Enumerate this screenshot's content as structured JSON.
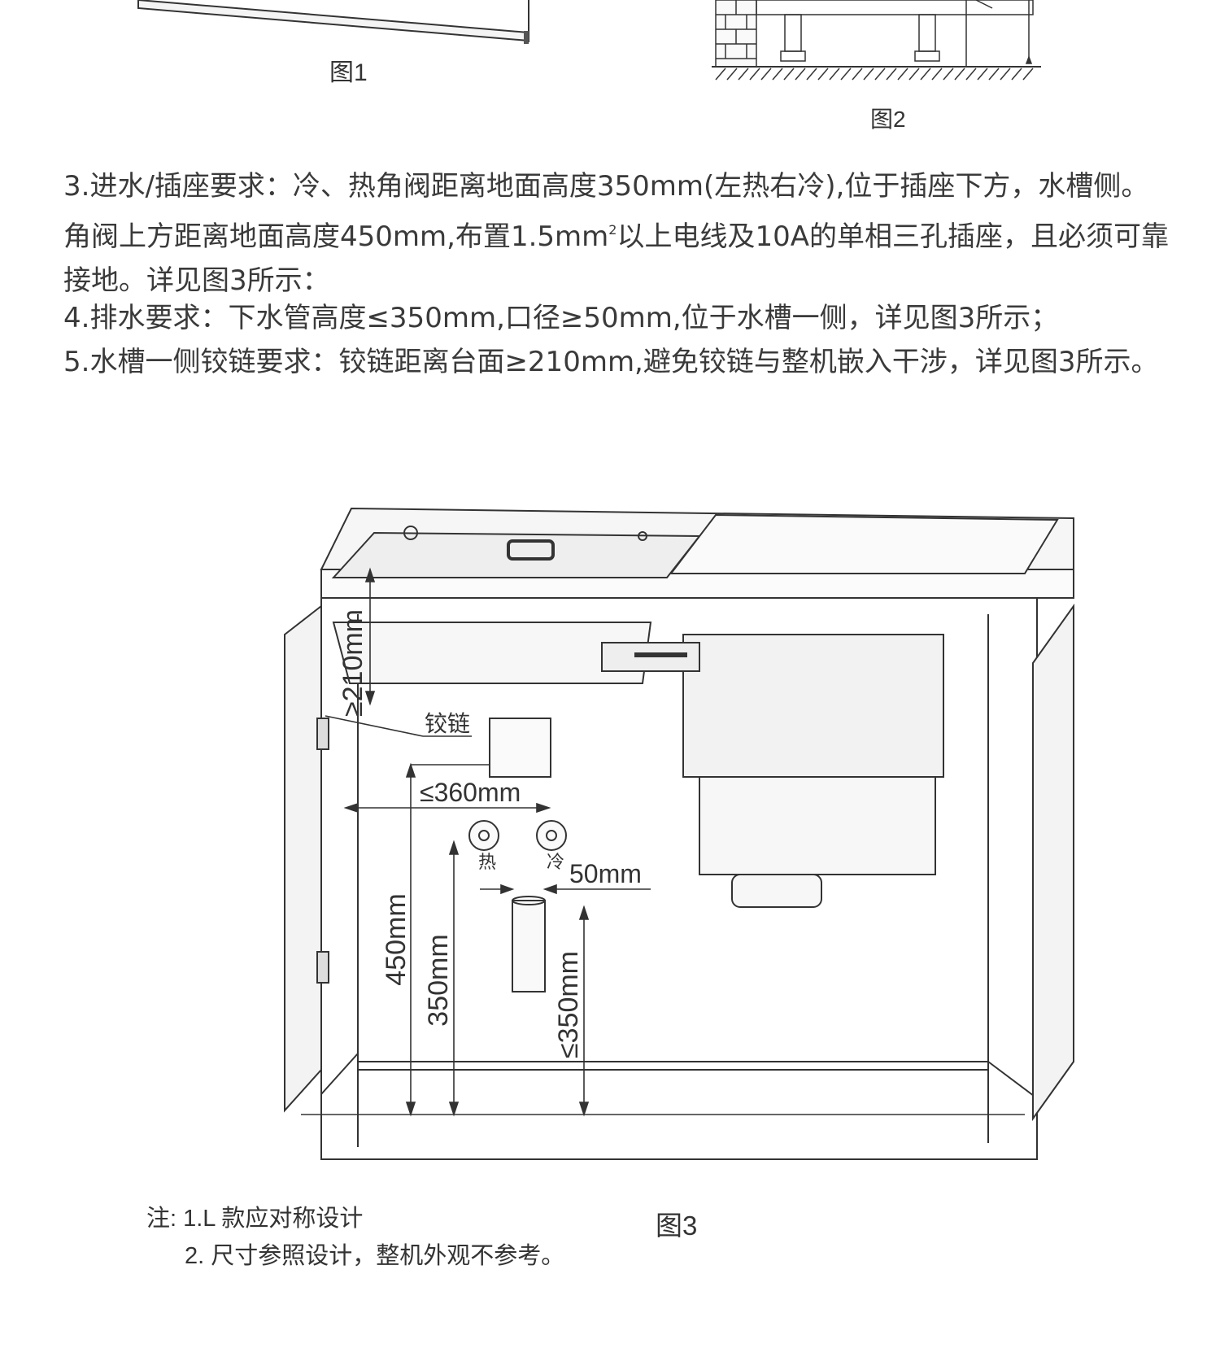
{
  "figure1": {
    "caption": "图1"
  },
  "figure2": {
    "caption": "图2"
  },
  "requirements": {
    "item3_part1": "3.进水/插座要求：冷、热角阀距离地面高度350mm(左热右冷),位于插座下方，水槽侧。角阀上方距离地面高度450mm,布置1.5mm",
    "item3_sup": "2",
    "item3_part2": "以上电线及10A的单相三孔插座，且必须可靠接地。详见图3所示：",
    "item4": "4.排水要求：下水管高度≤350mm,口径≥50mm,位于水槽一侧，详见图3所示；",
    "item5": "5.水槽一侧铰链要求：铰链距离台面≥210mm,避免铰链与整机嵌入干涉，详见图3所示。"
  },
  "figure3": {
    "caption": "图3",
    "labels": {
      "hinge_gap": "≥210mm",
      "hinge": "铰链",
      "width": "≤360mm",
      "hot": "热",
      "cold": "冷",
      "pipe_diameter": "50mm",
      "socket_height": "450mm",
      "valve_height": "350mm",
      "drain_height": "≤350mm"
    }
  },
  "notes": {
    "line1": "注: 1.L 款应对称设计",
    "line2": "2. 尺寸参照设计，整机外观不参考。"
  }
}
